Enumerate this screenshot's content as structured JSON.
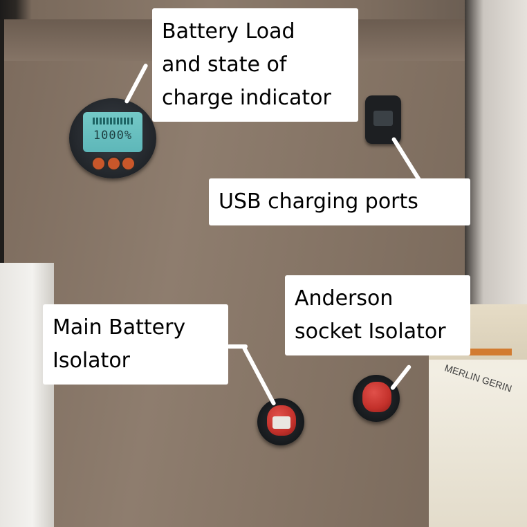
{
  "labels": {
    "battery_load": {
      "lines": [
        "Battery Load",
        "and state of",
        "charge indicator"
      ]
    },
    "usb": {
      "lines": [
        "USB charging ports"
      ]
    },
    "main_isolator": {
      "lines": [
        "Main Battery",
        "Isolator"
      ]
    },
    "anderson_isolator": {
      "lines": [
        "Anderson",
        "socket Isolator"
      ]
    }
  },
  "meter": {
    "reading": "1000%"
  },
  "breaker": {
    "brand": "MERLIN GERIN"
  }
}
